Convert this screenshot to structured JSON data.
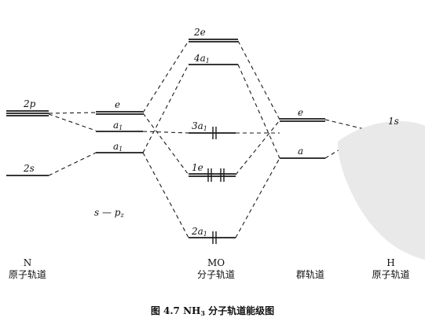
{
  "colors": {
    "ink": "#1a1a1a",
    "watermark": "#e9e9e9"
  },
  "columns": {
    "n": {
      "symbol": "N",
      "subtitle": "原子轨道"
    },
    "mo": {
      "symbol": "MO",
      "subtitle": "分子轨道"
    },
    "group": {
      "subtitle": "群轨道"
    },
    "h": {
      "symbol": "H",
      "subtitle": "原子轨道"
    }
  },
  "levels": {
    "n_2p": "2p",
    "n_2s": "2s",
    "n_e": "e",
    "n_a1_upper": "a",
    "n_a1_upper_sub": "1",
    "n_a1_lower": "a",
    "n_a1_lower_sub": "1",
    "mo_2e": "2e",
    "mo_4a1": "4a",
    "mo_4a1_sub": "1",
    "mo_3a1": "3a",
    "mo_3a1_sub": "1",
    "mo_1e": "1e",
    "mo_2a1": "2a",
    "mo_2a1_sub": "1",
    "g_e": "e",
    "g_a": "a",
    "h_1s": "1s"
  },
  "mixing_note": {
    "main": "s — p",
    "sub": "z"
  },
  "caption": {
    "prefix": "图 4.7  NH",
    "sub": "3",
    "suffix": " 分子轨道能级图"
  }
}
